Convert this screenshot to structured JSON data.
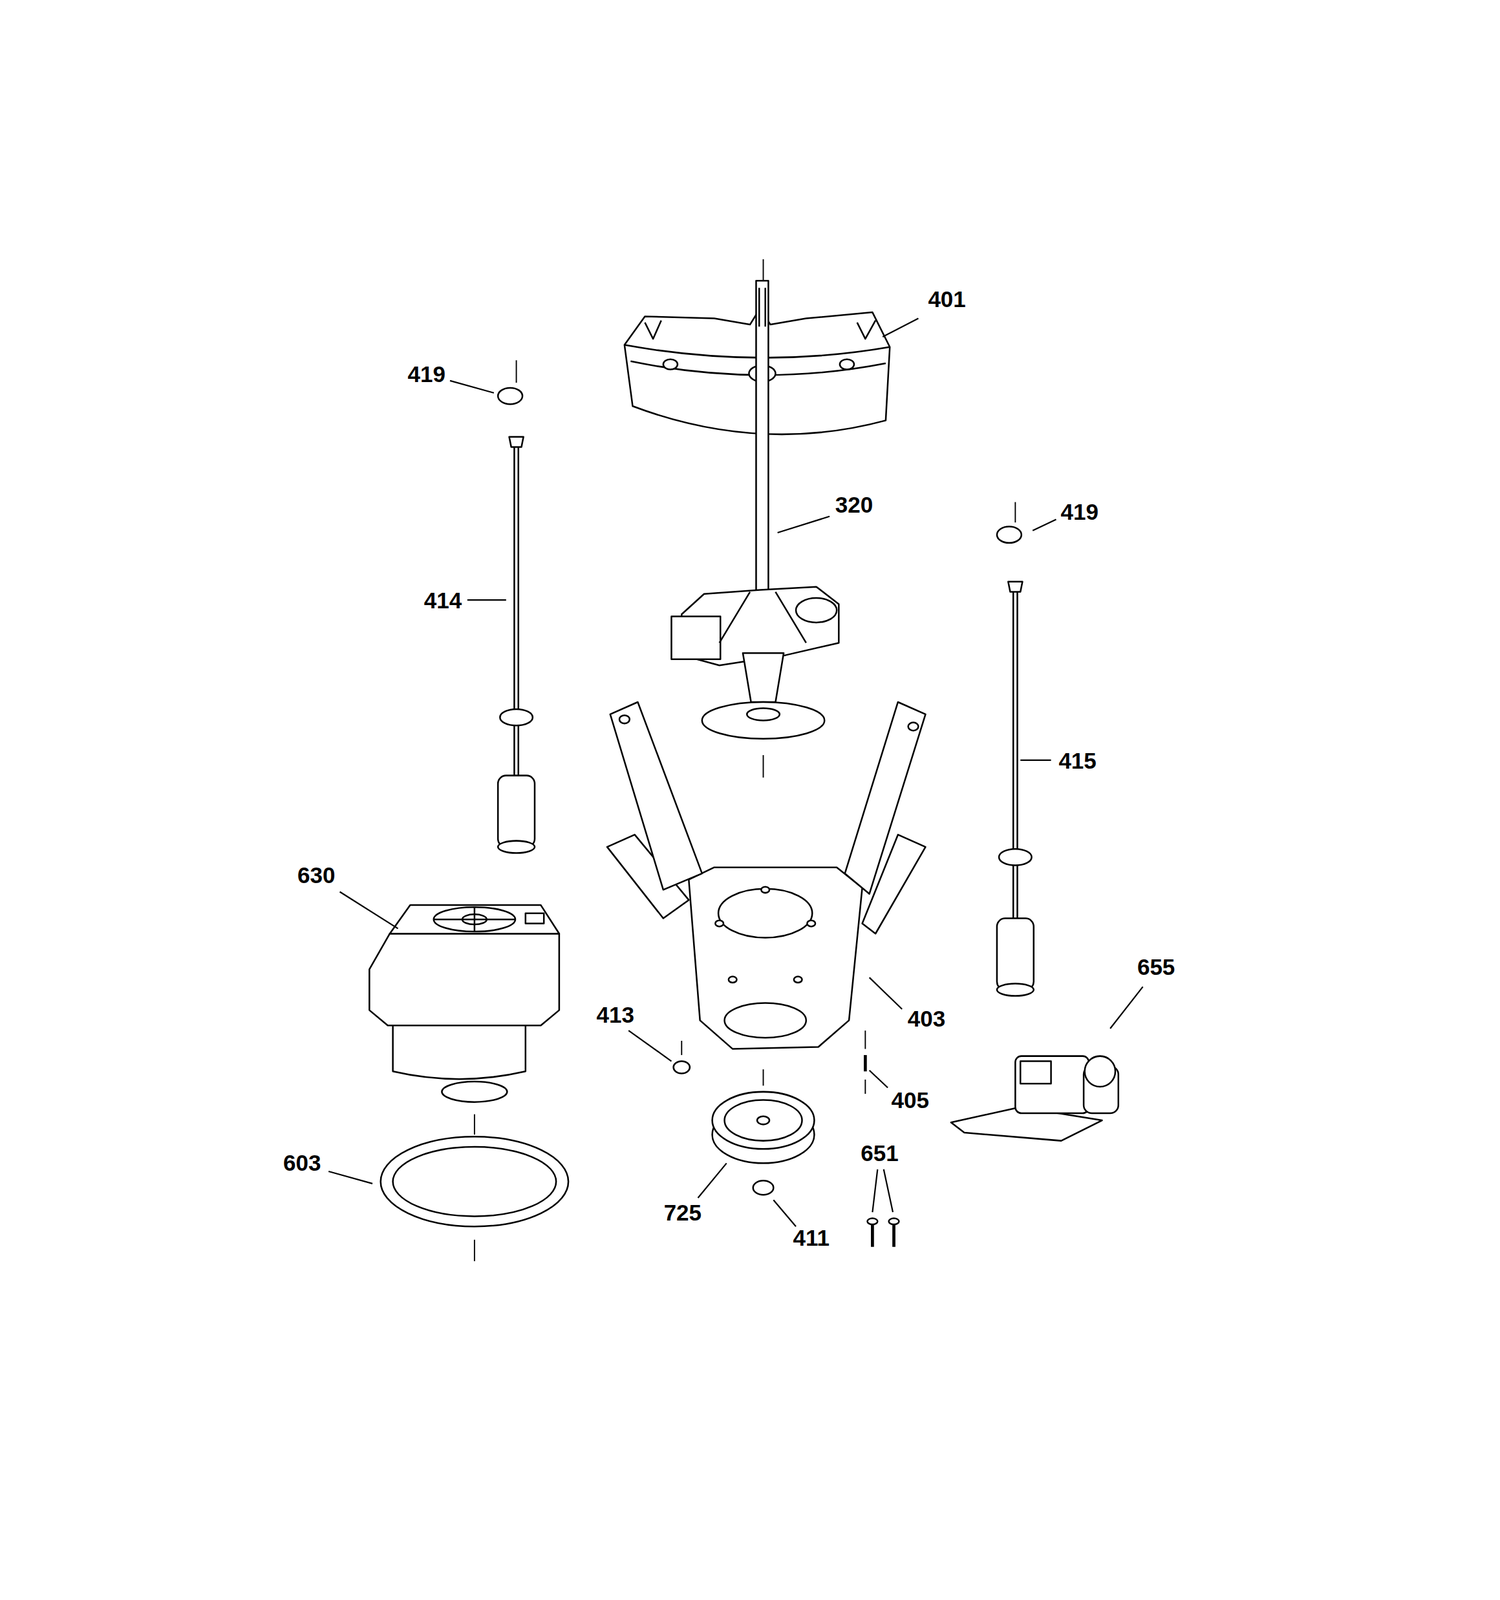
{
  "diagram": {
    "labels": [
      "401",
      "419",
      "320",
      "419",
      "414",
      "415",
      "630",
      "655",
      "413",
      "403",
      "405",
      "651",
      "603",
      "725",
      "411"
    ]
  }
}
